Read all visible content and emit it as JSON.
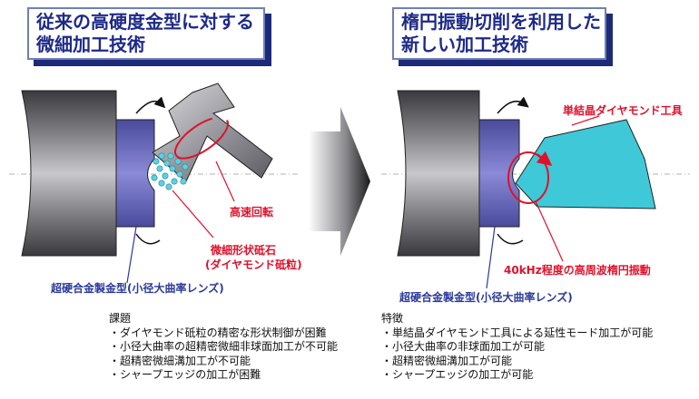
{
  "left_panel": {
    "title_lines": [
      "従来の高硬度金型に対する",
      "微細加工技術"
    ],
    "label_high_speed": "高速回転",
    "label_stone_line1": "微細形状砥石",
    "label_stone_line2": "(ダイヤモンド砥粒)",
    "label_mold": "超硬合金製金型(小径大曲率レンズ)",
    "notes_heading": "課題",
    "notes": [
      "・ダイヤモンド砥粒の精密な形状制御が困難",
      "・小径大曲率の超精密微細非球面加工が不可能",
      "・超精密微細溝加工が不可能",
      "・シャープエッジの加工が困難"
    ]
  },
  "right_panel": {
    "title_lines": [
      "楕円振動切削を利用した",
      "新しい加工技術"
    ],
    "label_tool": "単結晶ダイヤモンド工具",
    "label_vibration": "40kHz程度の高周波楕円振動",
    "label_mold": "超硬合金製金型(小径大曲率レンズ)",
    "notes_heading": "特徴",
    "notes": [
      "・単結晶ダイヤモンド工具による延性モード加工が可能",
      "・小径大曲率の非球面加工が可能",
      "・超精密微細溝加工が可能",
      "・シャープエッジの加工が可能"
    ]
  },
  "colors": {
    "title_text": "#1e2a88",
    "title_shadow": "#1d2a78",
    "label_red": "#e0102a",
    "label_blue": "#2a3a9a",
    "mold_block": "#7070c0",
    "tool_cyan": "#3fc9d8"
  }
}
